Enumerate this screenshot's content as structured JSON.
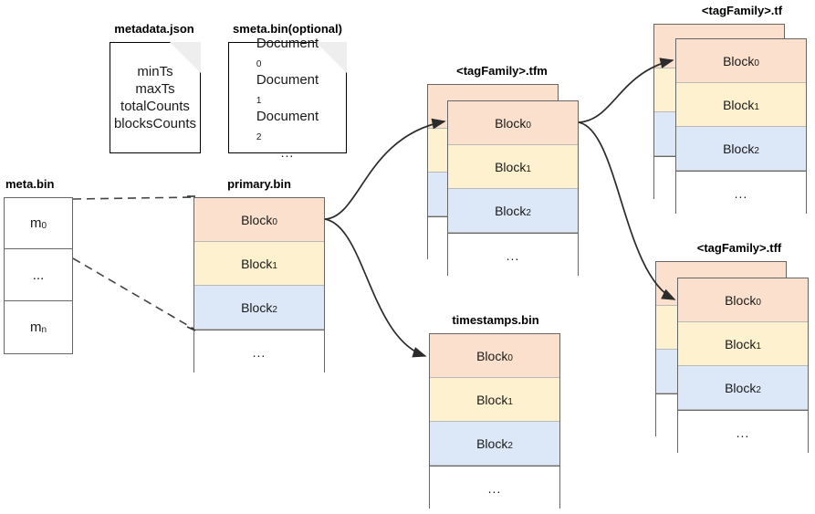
{
  "diagram": {
    "title": "Storage file layout diagram",
    "colors": {
      "block0": "#fbe0cd",
      "block1": "#fdf1cf",
      "block2": "#dce8f8",
      "block_rest": "#ffffff",
      "stack_border": "#666666",
      "cell_divider": "#b9b9b9",
      "doc_border": "#000000",
      "doc_fold": "#eeeeee",
      "arrow": "#2b2b2b",
      "dashed": "#444444"
    }
  },
  "nodes": {
    "metadata_json": {
      "title": "metadata.json",
      "lines": [
        "minTs",
        "maxTs",
        "totalCounts",
        "blocksCounts"
      ]
    },
    "smeta_bin": {
      "title": "smeta.bin(optional)",
      "lines": [
        "Document",
        "Document",
        "Document",
        "..."
      ],
      "subs": [
        "0",
        "1",
        "2",
        ""
      ]
    },
    "meta_bin": {
      "title": "meta.bin",
      "cells": [
        {
          "label": "m",
          "sub": "0"
        },
        {
          "label": "...",
          "sub": ""
        },
        {
          "label": "m",
          "sub": "n"
        }
      ]
    },
    "primary_bin": {
      "title": "primary.bin",
      "cells": [
        {
          "label": "Block",
          "sub": "0",
          "color": "c-peach"
        },
        {
          "label": "Block",
          "sub": "1",
          "color": "c-cream"
        },
        {
          "label": "Block",
          "sub": "2",
          "color": "c-blue"
        },
        {
          "label": "...",
          "sub": "",
          "color": "c-white"
        }
      ]
    },
    "tagfamily_tfm": {
      "title": "<tagFamily>.tfm",
      "stacked": true,
      "cells": [
        {
          "label": "Block",
          "sub": "0",
          "color": "c-peach"
        },
        {
          "label": "Block",
          "sub": "1",
          "color": "c-cream"
        },
        {
          "label": "Block",
          "sub": "2",
          "color": "c-blue"
        },
        {
          "label": "...",
          "sub": "",
          "color": "c-white"
        }
      ]
    },
    "timestamps_bin": {
      "title": "timestamps.bin",
      "stacked": false,
      "cells": [
        {
          "label": "Block",
          "sub": "0",
          "color": "c-peach"
        },
        {
          "label": "Block",
          "sub": "1",
          "color": "c-cream"
        },
        {
          "label": "Block",
          "sub": "2",
          "color": "c-blue"
        },
        {
          "label": "...",
          "sub": "",
          "color": "c-white"
        }
      ]
    },
    "tagfamily_tf": {
      "title": "<tagFamily>.tf",
      "stacked": true,
      "cells": [
        {
          "label": "Block",
          "sub": "0",
          "color": "c-peach"
        },
        {
          "label": "Block",
          "sub": "1",
          "color": "c-cream"
        },
        {
          "label": "Block",
          "sub": "2",
          "color": "c-blue"
        },
        {
          "label": "...",
          "sub": "",
          "color": "c-white"
        }
      ]
    },
    "tagfamily_tff": {
      "title": "<tagFamily>.tff",
      "stacked": true,
      "cells": [
        {
          "label": "Block",
          "sub": "0",
          "color": "c-peach"
        },
        {
          "label": "Block",
          "sub": "1",
          "color": "c-cream"
        },
        {
          "label": "Block",
          "sub": "2",
          "color": "c-blue"
        },
        {
          "label": "...",
          "sub": "",
          "color": "c-white"
        }
      ]
    }
  },
  "edges": [
    {
      "from": "meta_bin",
      "to": "primary_bin",
      "style": "dashed"
    },
    {
      "from": "meta_bin",
      "to": "primary_bin",
      "style": "dashed"
    },
    {
      "from": "primary_bin",
      "to": "tagfamily_tfm",
      "style": "arrow"
    },
    {
      "from": "primary_bin",
      "to": "timestamps_bin",
      "style": "arrow"
    },
    {
      "from": "tagfamily_tfm",
      "to": "tagfamily_tf",
      "style": "arrow"
    },
    {
      "from": "tagfamily_tfm",
      "to": "tagfamily_tff",
      "style": "arrow"
    }
  ]
}
